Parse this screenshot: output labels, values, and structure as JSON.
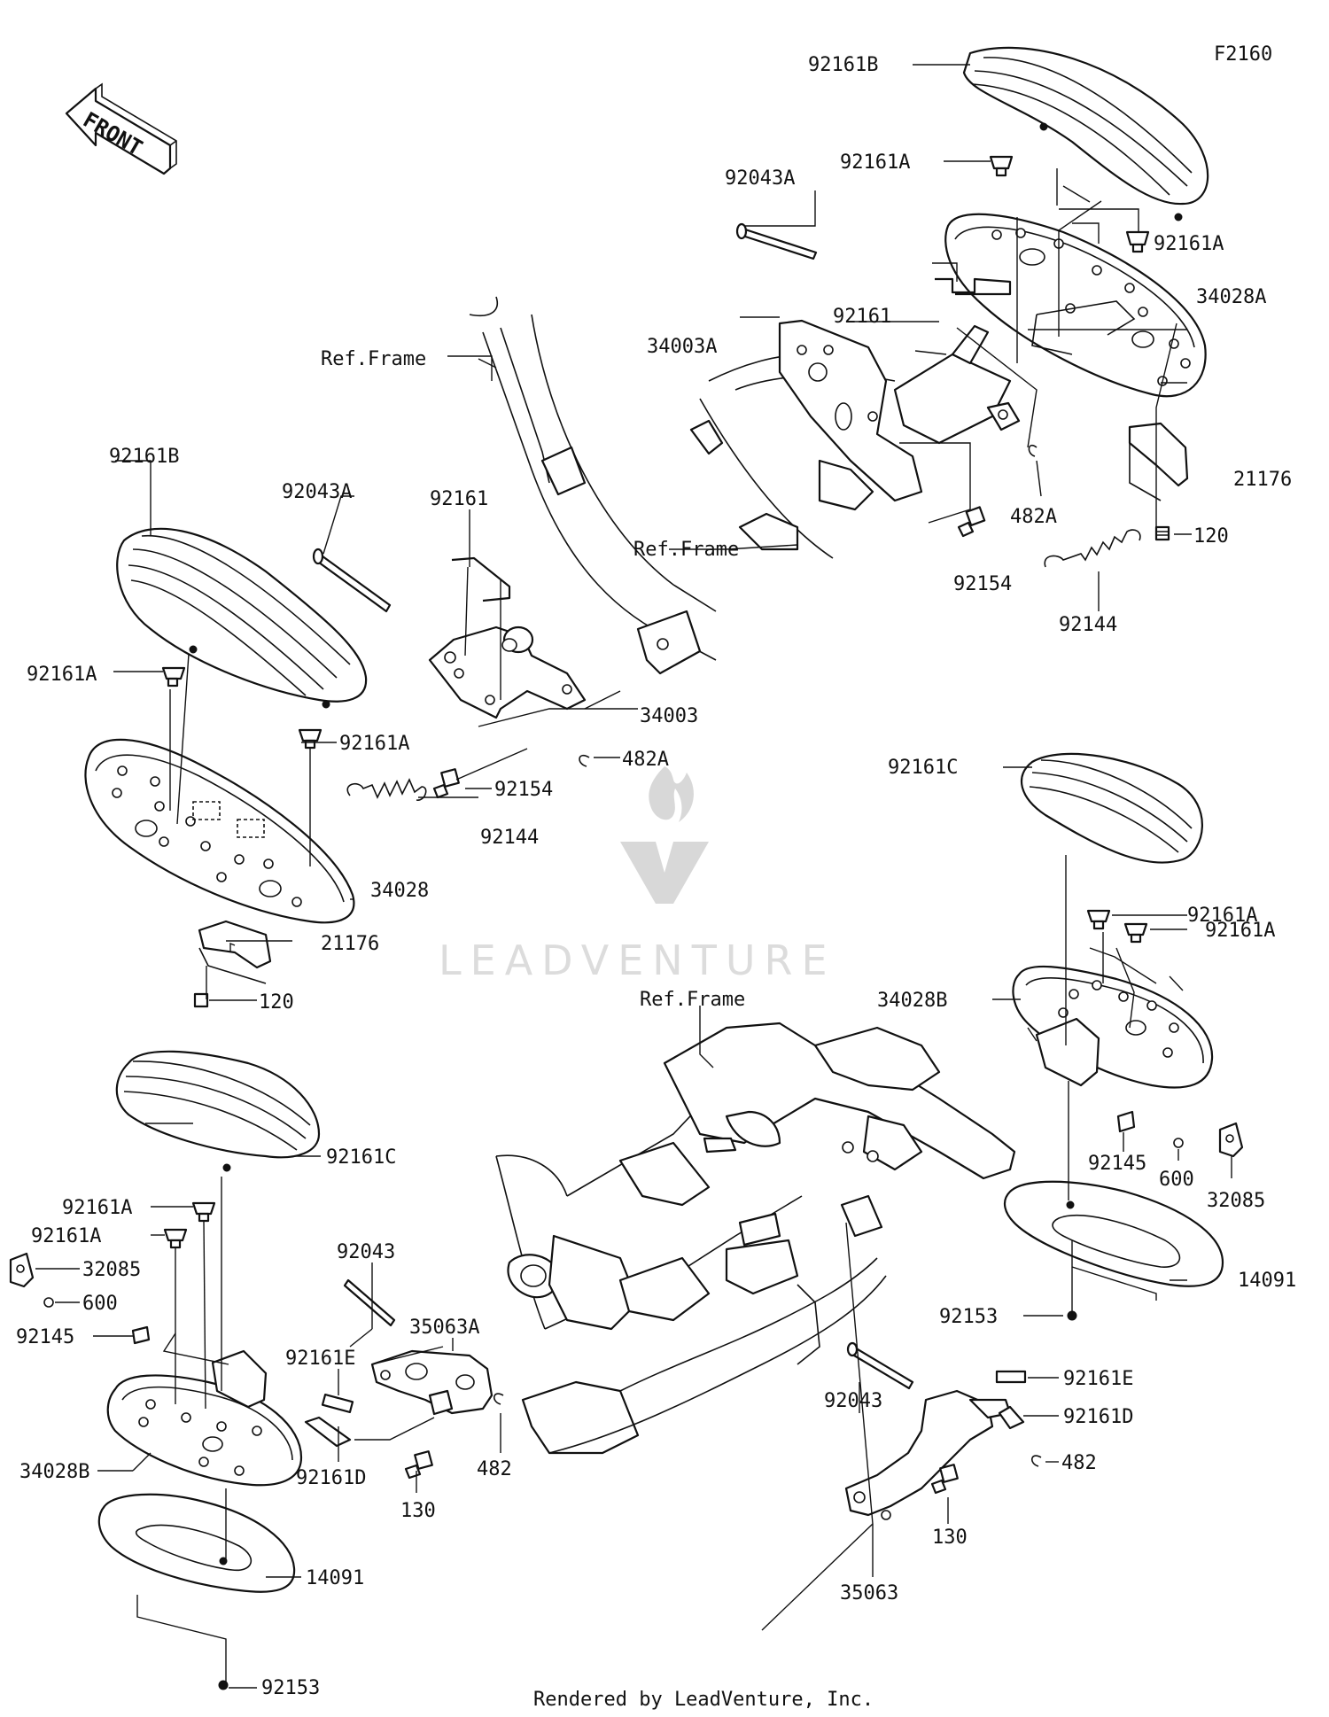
{
  "diagram_code": "F2160",
  "front_label": "FRONT",
  "watermark_text": "LEADVENTURE",
  "footer_credit": "Rendered by LeadVenture, Inc.",
  "labels": {
    "p92161B_top": "92161B",
    "p92161A_tr1": "92161A",
    "p92043A_tr": "92043A",
    "p92161A_tr2": "92161A",
    "p92161_tr": "92161",
    "p34028A": "34028A",
    "p34003A": "34003A",
    "refframe_a": "Ref.Frame",
    "p21176_tr": "21176",
    "p482A_tr": "482A",
    "p120_tr": "120",
    "refframe_b": "Ref.Frame",
    "p92154_tr": "92154",
    "p92144_tr": "92144",
    "p92161B_l": "92161B",
    "p92043A_l": "92043A",
    "p92161_l": "92161",
    "p92161A_l1": "92161A",
    "p92161A_l2": "92161A",
    "p34003": "34003",
    "p482A_l": "482A",
    "p92154_l": "92154",
    "p92144_l": "92144",
    "p34028": "34028",
    "p21176_l": "21176",
    "p120_l": "120",
    "p92161C_r": "92161C",
    "p92161A_r1": "92161A",
    "p92161A_r2": "92161A",
    "p34028B_r": "34028B",
    "refframe_c": "Ref.Frame",
    "p92145_r": "92145",
    "p600_r": "600",
    "p32085_r": "32085",
    "p14091_r": "14091",
    "p92153_r": "92153",
    "p92161C_l": "92161C",
    "p92161A_bl1": "92161A",
    "p92161A_bl2": "92161A",
    "p32085_l": "32085",
    "p600_l": "600",
    "p92145_l": "92145",
    "p34028B_l": "34028B",
    "p14091_l": "14091",
    "p92153_l": "92153",
    "p92043_c": "92043",
    "p35063A": "35063A",
    "p92161E_c": "92161E",
    "p92161D_c": "92161D",
    "p130_c": "130",
    "p482_c": "482",
    "p92043_r": "92043",
    "p92161E_r": "92161E",
    "p92161D_r": "92161D",
    "p482_r": "482",
    "p130_r": "130",
    "p35063": "35063"
  }
}
